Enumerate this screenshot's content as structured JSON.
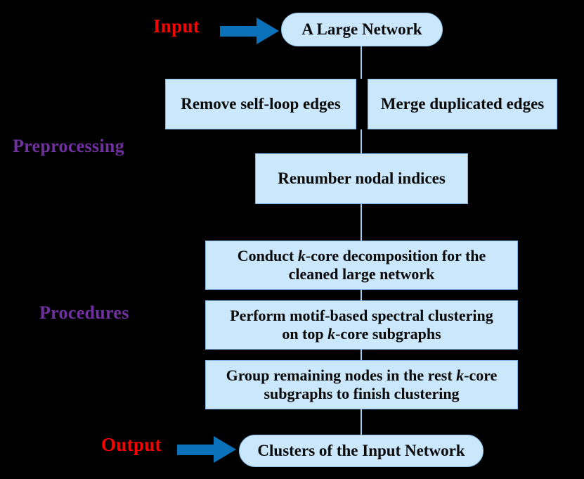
{
  "diagram": {
    "title": "Network clustering pipeline flowchart",
    "background_color": "#000000",
    "box_fill_color": "#CBE7FB",
    "box_border_color": "#7FB8E8",
    "arrow_color": "#0B72B9",
    "connector_color": "#9FD0F3",
    "stage_label_colors": {
      "io": "#FF0000",
      "phase": "#7030A0"
    }
  },
  "stages": {
    "input_label": "Input",
    "preprocessing_label": "Preprocessing",
    "procedures_label": "Procedures",
    "output_label": "Output"
  },
  "nodes": {
    "input_network": "A Large Network",
    "remove_self_loops": "Remove self-loop edges",
    "merge_duplicates": "Merge duplicated edges",
    "renumber_indices": "Renumber nodal indices",
    "kcore_decomposition_line1": "Conduct k-core decomposition for the",
    "kcore_decomposition_line2": "cleaned large network",
    "motif_clustering_line1": "Perform motif-based spectral clustering",
    "motif_clustering_line2": "on top k-core subgraphs",
    "group_remaining_line1": "Group remaining nodes in the rest k-core",
    "group_remaining_line2": "subgraphs to finish clustering",
    "output_network": "Clusters of the Input Network"
  },
  "chart_data": {
    "type": "diagram",
    "flow": [
      {
        "stage": "Input",
        "nodes": [
          "A Large Network"
        ]
      },
      {
        "stage": "Preprocessing",
        "nodes": [
          "Remove self-loop edges",
          "Merge duplicated edges",
          "Renumber nodal indices"
        ]
      },
      {
        "stage": "Procedures",
        "nodes": [
          "Conduct k-core decomposition for the cleaned large network",
          "Perform motif-based spectral clustering on top k-core subgraphs",
          "Group remaining nodes in the rest k-core subgraphs to finish clustering"
        ]
      },
      {
        "stage": "Output",
        "nodes": [
          "Clusters of the Input Network"
        ]
      }
    ]
  }
}
